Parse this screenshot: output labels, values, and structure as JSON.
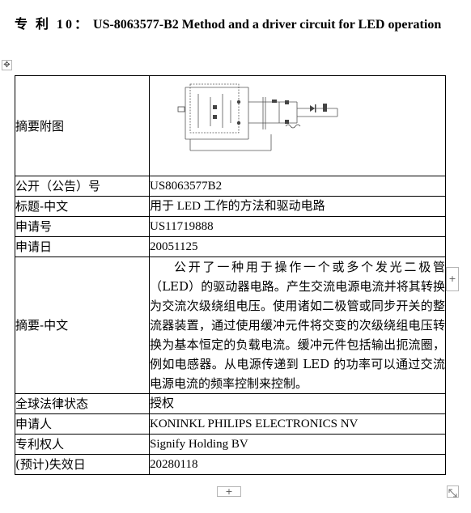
{
  "heading": {
    "prefix": "专 利 10：",
    "title": "US-8063577-B2 Method and a driver circuit for LED operation"
  },
  "table": {
    "figure_label": "摘要附图",
    "rows": [
      {
        "label": "公开（公告）号",
        "value": "US8063577B2"
      },
      {
        "label": "标题-中文",
        "value": "用于 LED 工作的方法和驱动电路"
      },
      {
        "label": "申请号",
        "value": "US11719888"
      },
      {
        "label": "申请日",
        "value": "20051125"
      }
    ],
    "abstract_label": "摘要-中文",
    "abstract_text": "公开了一种用于操作一个或多个发光二极管（LED）的驱动器电路。产生交流电源电流并将其转换为交流次级绕组电压。使用诸如二极管或同步开关的整流器装置，通过使用缓冲元件将交变的次级绕组电压转换为基本恒定的负载电流。缓冲元件包括输出扼流圈，例如电感器。从电源传递到 LED 的功率可以通过交流电源电流的频率控制来控制。",
    "rows2": [
      {
        "label": "全球法律状态",
        "value": "授权"
      },
      {
        "label": "申请人",
        "value": "KONINKL PHILIPS ELECTRONICS NV"
      },
      {
        "label": "专利权人",
        "value": "Signify Holding BV"
      },
      {
        "label": "(预计)失效日",
        "value": "20280118"
      }
    ]
  },
  "controls": {
    "add_row": "+",
    "add_column": "+",
    "move": "✥"
  }
}
